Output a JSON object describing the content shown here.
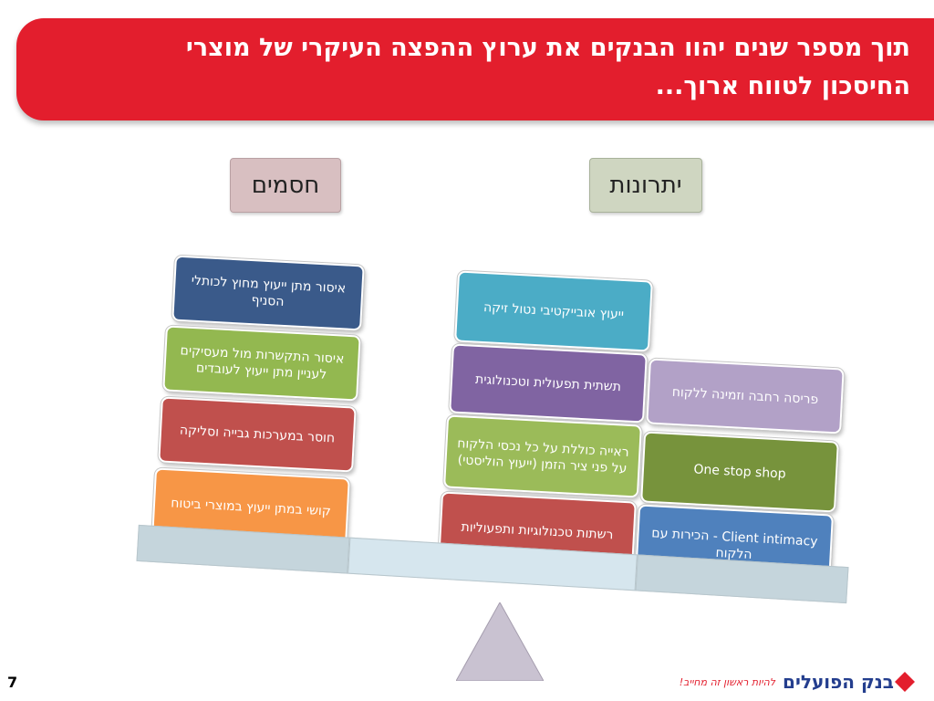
{
  "header": {
    "title": "תוך מספר שנים יהוו הבנקים את ערוץ ההפצה העיקרי של מוצרי החיסכון לטווח ארוך..."
  },
  "labels": {
    "barriers": "חסמים",
    "advantages": "יתרונות"
  },
  "barriers": [
    {
      "text": "איסור מתן ייעוץ מחוץ לכותלי הסניף",
      "color": "#3a5a8a"
    },
    {
      "text": "איסור התקשרות מול מעסיקים לעניין מתן ייעוץ לעובדים",
      "color": "#93b850"
    },
    {
      "text": "חוסר במערכות גבייה וסליקה",
      "color": "#c0504d"
    },
    {
      "text": "קושי במתן ייעוץ במוצרי ביטוח",
      "color": "#f79646"
    }
  ],
  "advantages_center": [
    {
      "text": "ייעוץ אובייקטיבי נטול זיקה",
      "color": "#4bacc6"
    },
    {
      "text": "תשתית תפעולית וטכנולוגית",
      "color": "#8064a2"
    },
    {
      "text": "ראייה כוללת על כל נכסי הלקוח על פני ציר הזמן (ייעוץ הוליסטי)",
      "color": "#9bbb59"
    },
    {
      "text": "רשתות טכנולוגיות ותפעוליות",
      "color": "#c0504d"
    }
  ],
  "advantages_right": [
    {
      "text": "פריסה רחבה וזמינה ללקוח",
      "color": "#b2a1c7"
    },
    {
      "text": "One stop shop",
      "color": "#77933c"
    },
    {
      "text": "Client intimacy - הכירות עם הלקוח",
      "color": "#4f81bd"
    }
  ],
  "footer": {
    "page_number": "7",
    "bank_name": "בנק הפועלים",
    "tagline": "להיות ראשון זה מחייב!"
  },
  "colors": {
    "header_red": "#e31e2d",
    "board_left": "#c5d5dc",
    "board_center": "#d6e6ee",
    "board_right": "#c5d5dc",
    "fulcrum": "#c9c2d1"
  }
}
